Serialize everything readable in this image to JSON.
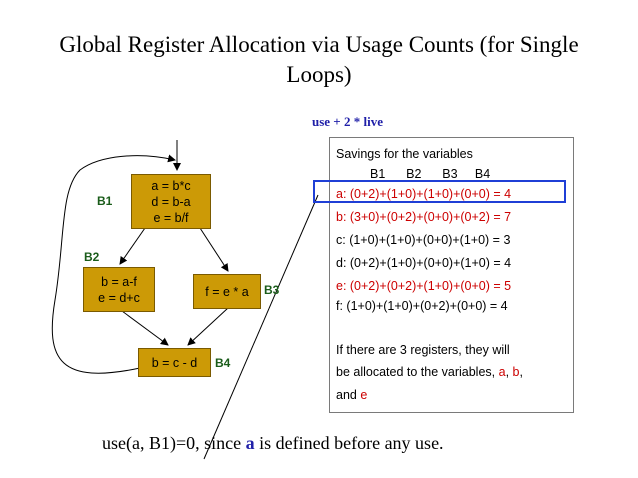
{
  "title": {
    "line1": "Global Register Allocation via Usage Counts (for Single",
    "line2": "Loops)"
  },
  "formula_note": "use + 2 * live",
  "blocks": {
    "b1": {
      "label": "B1",
      "lines": [
        "a = b*c",
        "d = b-a",
        "e = b/f"
      ]
    },
    "b2": {
      "label": "B2",
      "lines": [
        "b = a-f",
        "e = d+c"
      ]
    },
    "b3": {
      "label": "B3",
      "lines": [
        "f = e * a"
      ]
    },
    "b4": {
      "label": "B4",
      "lines": [
        "b = c - d"
      ]
    }
  },
  "panel": {
    "heading": "Savings  for the variables",
    "columns": "B1      B2      B3     B4",
    "rows": [
      {
        "text": "a: (0+2)+(1+0)+(1+0)+(0+0) = 4",
        "color": "#cc0000"
      },
      {
        "text": "b: (3+0)+(0+2)+(0+0)+(0+2) = 7",
        "color": "#cc0000"
      },
      {
        "text": "c: (1+0)+(1+0)+(0+0)+(1+0) = 3",
        "color": "#000000"
      },
      {
        "text": "d: (0+2)+(1+0)+(0+0)+(1+0) = 4",
        "color": "#000000"
      },
      {
        "text": "e: (0+2)+(0+2)+(1+0)+(0+0) = 5",
        "color": "#cc0000"
      },
      {
        "text": "f:  (1+0)+(1+0)+(0+2)+(0+0) = 4",
        "color": "#000000"
      }
    ],
    "conclusion": {
      "line1": "If there are 3 registers, they will",
      "line2_prefix": "be allocated to the variables, ",
      "var_a": "a",
      "comma": ", ",
      "var_b": "b",
      "comma2": ",",
      "line3_prefix": "and ",
      "var_e": "e"
    }
  },
  "bottom_note": {
    "prefix": "use(a, B1)=0, since ",
    "var": "a",
    "suffix": " is defined before any use."
  },
  "colors": {
    "block_fill": "#cc9a06",
    "block_label": "#1a5c1a",
    "highlight_box": "#1f3fd6",
    "emphasis": "#cc0000",
    "note": "#1f1fa8"
  }
}
